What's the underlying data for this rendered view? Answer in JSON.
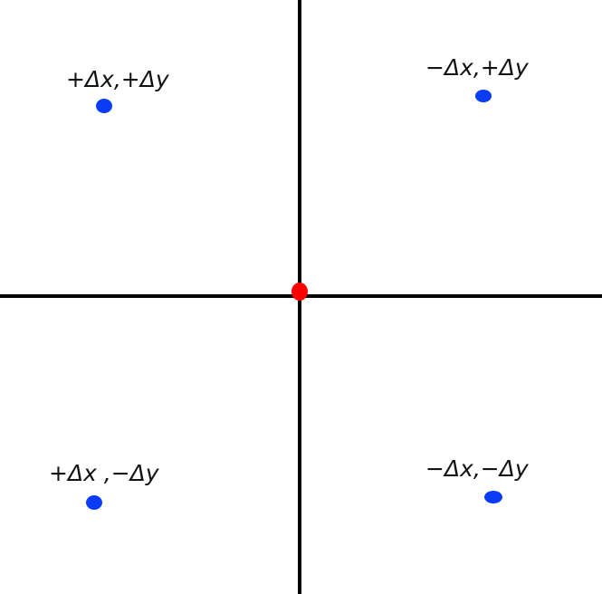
{
  "colors": {
    "background": "#ffffff",
    "axis": "#000000",
    "origin": "#ff0000",
    "points": "#0a3cf5"
  },
  "origin": {
    "name": "origin-point"
  },
  "quadrants": [
    {
      "name": "quadrant-top-left",
      "label": "+Δx,+Δy"
    },
    {
      "name": "quadrant-top-right",
      "label": "−Δx,+Δy"
    },
    {
      "name": "quadrant-bottom-left",
      "label": "+Δx ,−Δy"
    },
    {
      "name": "quadrant-bottom-right",
      "label": "−Δx,−Δy"
    }
  ]
}
